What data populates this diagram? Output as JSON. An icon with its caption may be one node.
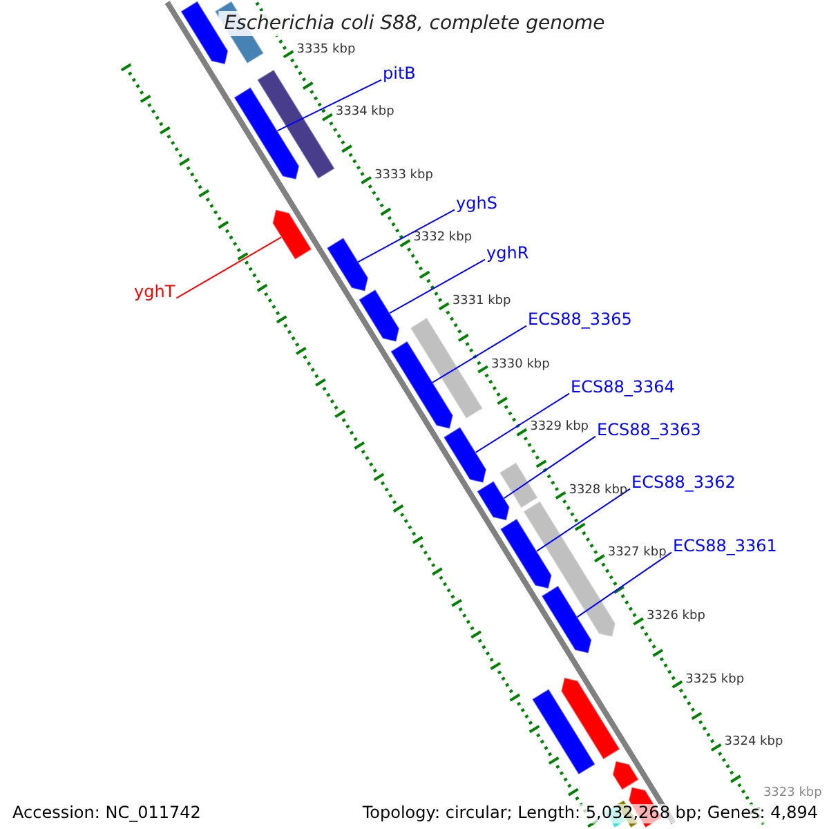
{
  "diagram": {
    "title": "Escherichia coli S88, complete genome",
    "nodes": [
      {
        "text": [
          "pitB"
        ]
      },
      {
        "text": [
          "yghS"
        ]
      },
      {
        "text": [
          "yghR"
        ]
      },
      {
        "text": [
          "yghT"
        ]
      },
      {
        "text": [
          "ECS88_3365"
        ]
      },
      {
        "text": [
          "ECS88_3364"
        ]
      },
      {
        "text": [
          "ECS88_3363"
        ]
      },
      {
        "text": [
          "ECS88_3362"
        ]
      },
      {
        "text": [
          "ECS88_3361"
        ]
      },
      {
        "text": [],
        "shape": "arrow"
      },
      {
        "text": [],
        "shape": "arrow"
      },
      {
        "text": [],
        "shape": "arrow"
      },
      {
        "text": [],
        "shape": "arrow"
      },
      {
        "text": [],
        "shape": "arrow"
      },
      {
        "text": [],
        "shape": "arrow"
      },
      {
        "text": [],
        "shape": "arrow"
      },
      {
        "text": [],
        "shape": "arrow"
      },
      {
        "text": [],
        "shape": "arrow"
      },
      {
        "text": [],
        "shape": "arrow"
      },
      {
        "text": [],
        "shape": "bar"
      },
      {
        "text": [],
        "shape": "bar"
      },
      {
        "text": [],
        "shape": "bar"
      },
      {
        "text": [],
        "shape": "bar"
      },
      {
        "text": [],
        "shape": "bar"
      },
      {
        "text": [],
        "shape": "arrow"
      },
      {
        "text": [],
        "shape": "arrow"
      },
      {
        "text": [],
        "shape": "arrow"
      },
      {
        "text": [],
        "shape": "arrow"
      },
      {
        "text": [],
        "shape": "bar"
      },
      {
        "text": [],
        "shape": "bar"
      }
    ],
    "edges": [
      {
        "from": 0,
        "to": 9,
        "arrow": "none"
      },
      {
        "from": 1,
        "to": 10,
        "arrow": "none"
      },
      {
        "from": 2,
        "to": 11,
        "arrow": "none"
      },
      {
        "from": 3,
        "to": 12,
        "arrow": "none",
        "color": "#ff0000"
      },
      {
        "from": 4,
        "to": 13,
        "arrow": "none"
      },
      {
        "from": 5,
        "to": 14,
        "arrow": "none"
      },
      {
        "from": 6,
        "to": 15,
        "arrow": "none"
      },
      {
        "from": 7,
        "to": 16,
        "arrow": "none"
      },
      {
        "from": 8,
        "to": 17,
        "arrow": "none"
      }
    ],
    "labels": [
      "3335 kbp",
      "3334 kbp",
      "3333 kbp",
      "3332 kbp",
      "3331 kbp",
      "3330 kbp",
      "3329 kbp",
      "3328 kbp",
      "3327 kbp",
      "3326 kbp",
      "3325 kbp",
      "3324 kbp",
      "3323 kbp",
      "Accession: NC_011742",
      "Topology: circular; Length: 5,032,268 bp; Genes: 4,894"
    ]
  }
}
